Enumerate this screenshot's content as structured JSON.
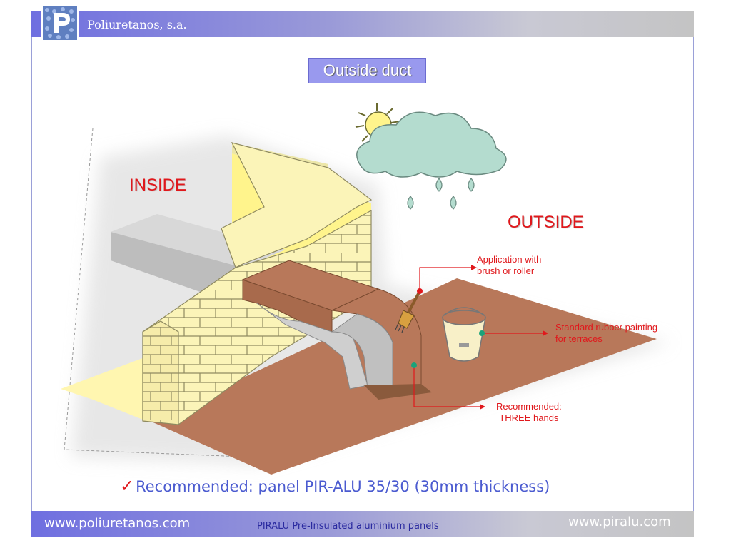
{
  "header": {
    "brand": "Poliuretanos, s.a."
  },
  "title": "Outside duct",
  "labels": {
    "inside": "INSIDE",
    "outside": "OUTSIDE",
    "application_line1": "Application with",
    "application_line2": "brush or roller",
    "rubber_line1": "Standard rubber painting",
    "rubber_line2": "for terraces",
    "hands_line1": "Recommended:",
    "hands_line2": "THREE hands"
  },
  "recommendation": {
    "check": "✓",
    "text": "Recommended: panel PIR-ALU 35/30 (30mm thickness)"
  },
  "footer": {
    "left": "www.poliuretanos.com",
    "center": "PIRALU Pre-Insulated aluminium panels",
    "right": "www.piralu.com"
  },
  "colors": {
    "accent": "#e0181c",
    "header_blue": "#6f6fe0",
    "title_box": "#9999ee",
    "floor": "#b8785a",
    "brick": "#fbf4b8",
    "cloud": "#b4dccf"
  }
}
